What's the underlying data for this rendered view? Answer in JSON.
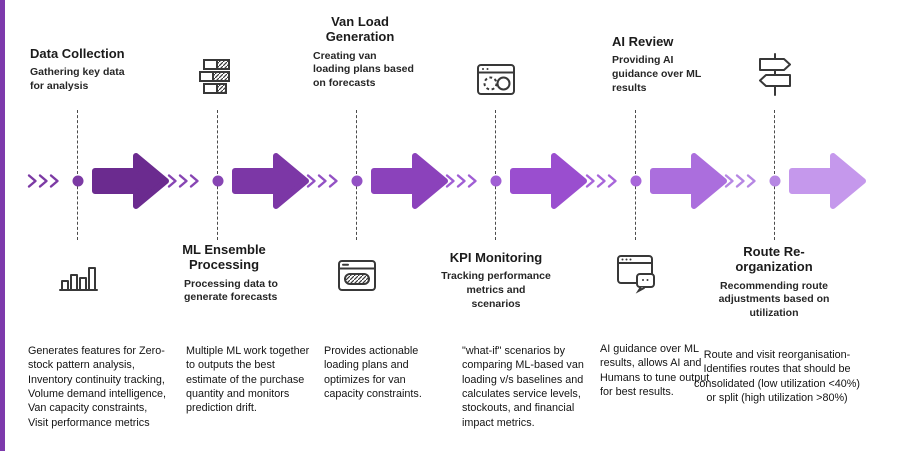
{
  "accent_bar": {
    "color": "#7d3aac"
  },
  "stages": [
    {
      "name": "data-collection",
      "title": "Data Collection",
      "subtitle": "Gathering key data for analysis",
      "detail": "Generates features for Zero-stock pattern analysis, Inventory continuity tracking, Volume demand intelligence, Van capacity constraints, Visit performance metrics",
      "icon": "bar-chart-icon",
      "arrow_color": "#6b2b8f",
      "accent_color": "#7c3aa4"
    },
    {
      "name": "ml-ensemble-processing",
      "title": "ML Ensemble Processing",
      "subtitle": "Processing data to generate forecasts",
      "detail": "Multiple ML work together to outputs the best estimate of the purchase quantity and monitors prediction drift.",
      "icon": "stacked-layers-icon",
      "arrow_color": "#7c37a6",
      "accent_color": "#8745b3"
    },
    {
      "name": "van-load-generation",
      "title": "Van Load Generation",
      "subtitle": "Creating van loading plans based on forecasts",
      "detail": "Provides actionable loading plans and optimizes for van capacity constraints.",
      "icon": "van-plan-window-icon",
      "arrow_color": "#8b42bb",
      "accent_color": "#9351c4"
    },
    {
      "name": "kpi-monitoring",
      "title": "KPI Monitoring",
      "subtitle": "Tracking performance metrics and scenarios",
      "detail": "\"what-if\" scenarios by comparing ML-based van loading v/s baselines and calculates service levels, stockouts, and financial impact metrics.",
      "icon": "kpi-dashboard-icon",
      "arrow_color": "#9a4ecf",
      "accent_color": "#a05ed4"
    },
    {
      "name": "ai-review",
      "title": "AI Review",
      "subtitle": "Providing AI guidance over ML results",
      "detail": "AI guidance over ML results, allows AI and Humans to tune output for best results.",
      "icon": "ai-chat-window-icon",
      "arrow_color": "#ab6edd",
      "accent_color": "#a866da"
    },
    {
      "name": "route-reorganization",
      "title": "Route Re-organization",
      "subtitle": "Recommending route adjustments based on utilization",
      "detail": "Route and visit reorganisation-Identifies routes that should be consolidated (low utilization <40%) or split (high utilization >80%)",
      "icon": "signpost-icon",
      "arrow_color": "#c598ec",
      "accent_color": "#b687e3"
    }
  ]
}
